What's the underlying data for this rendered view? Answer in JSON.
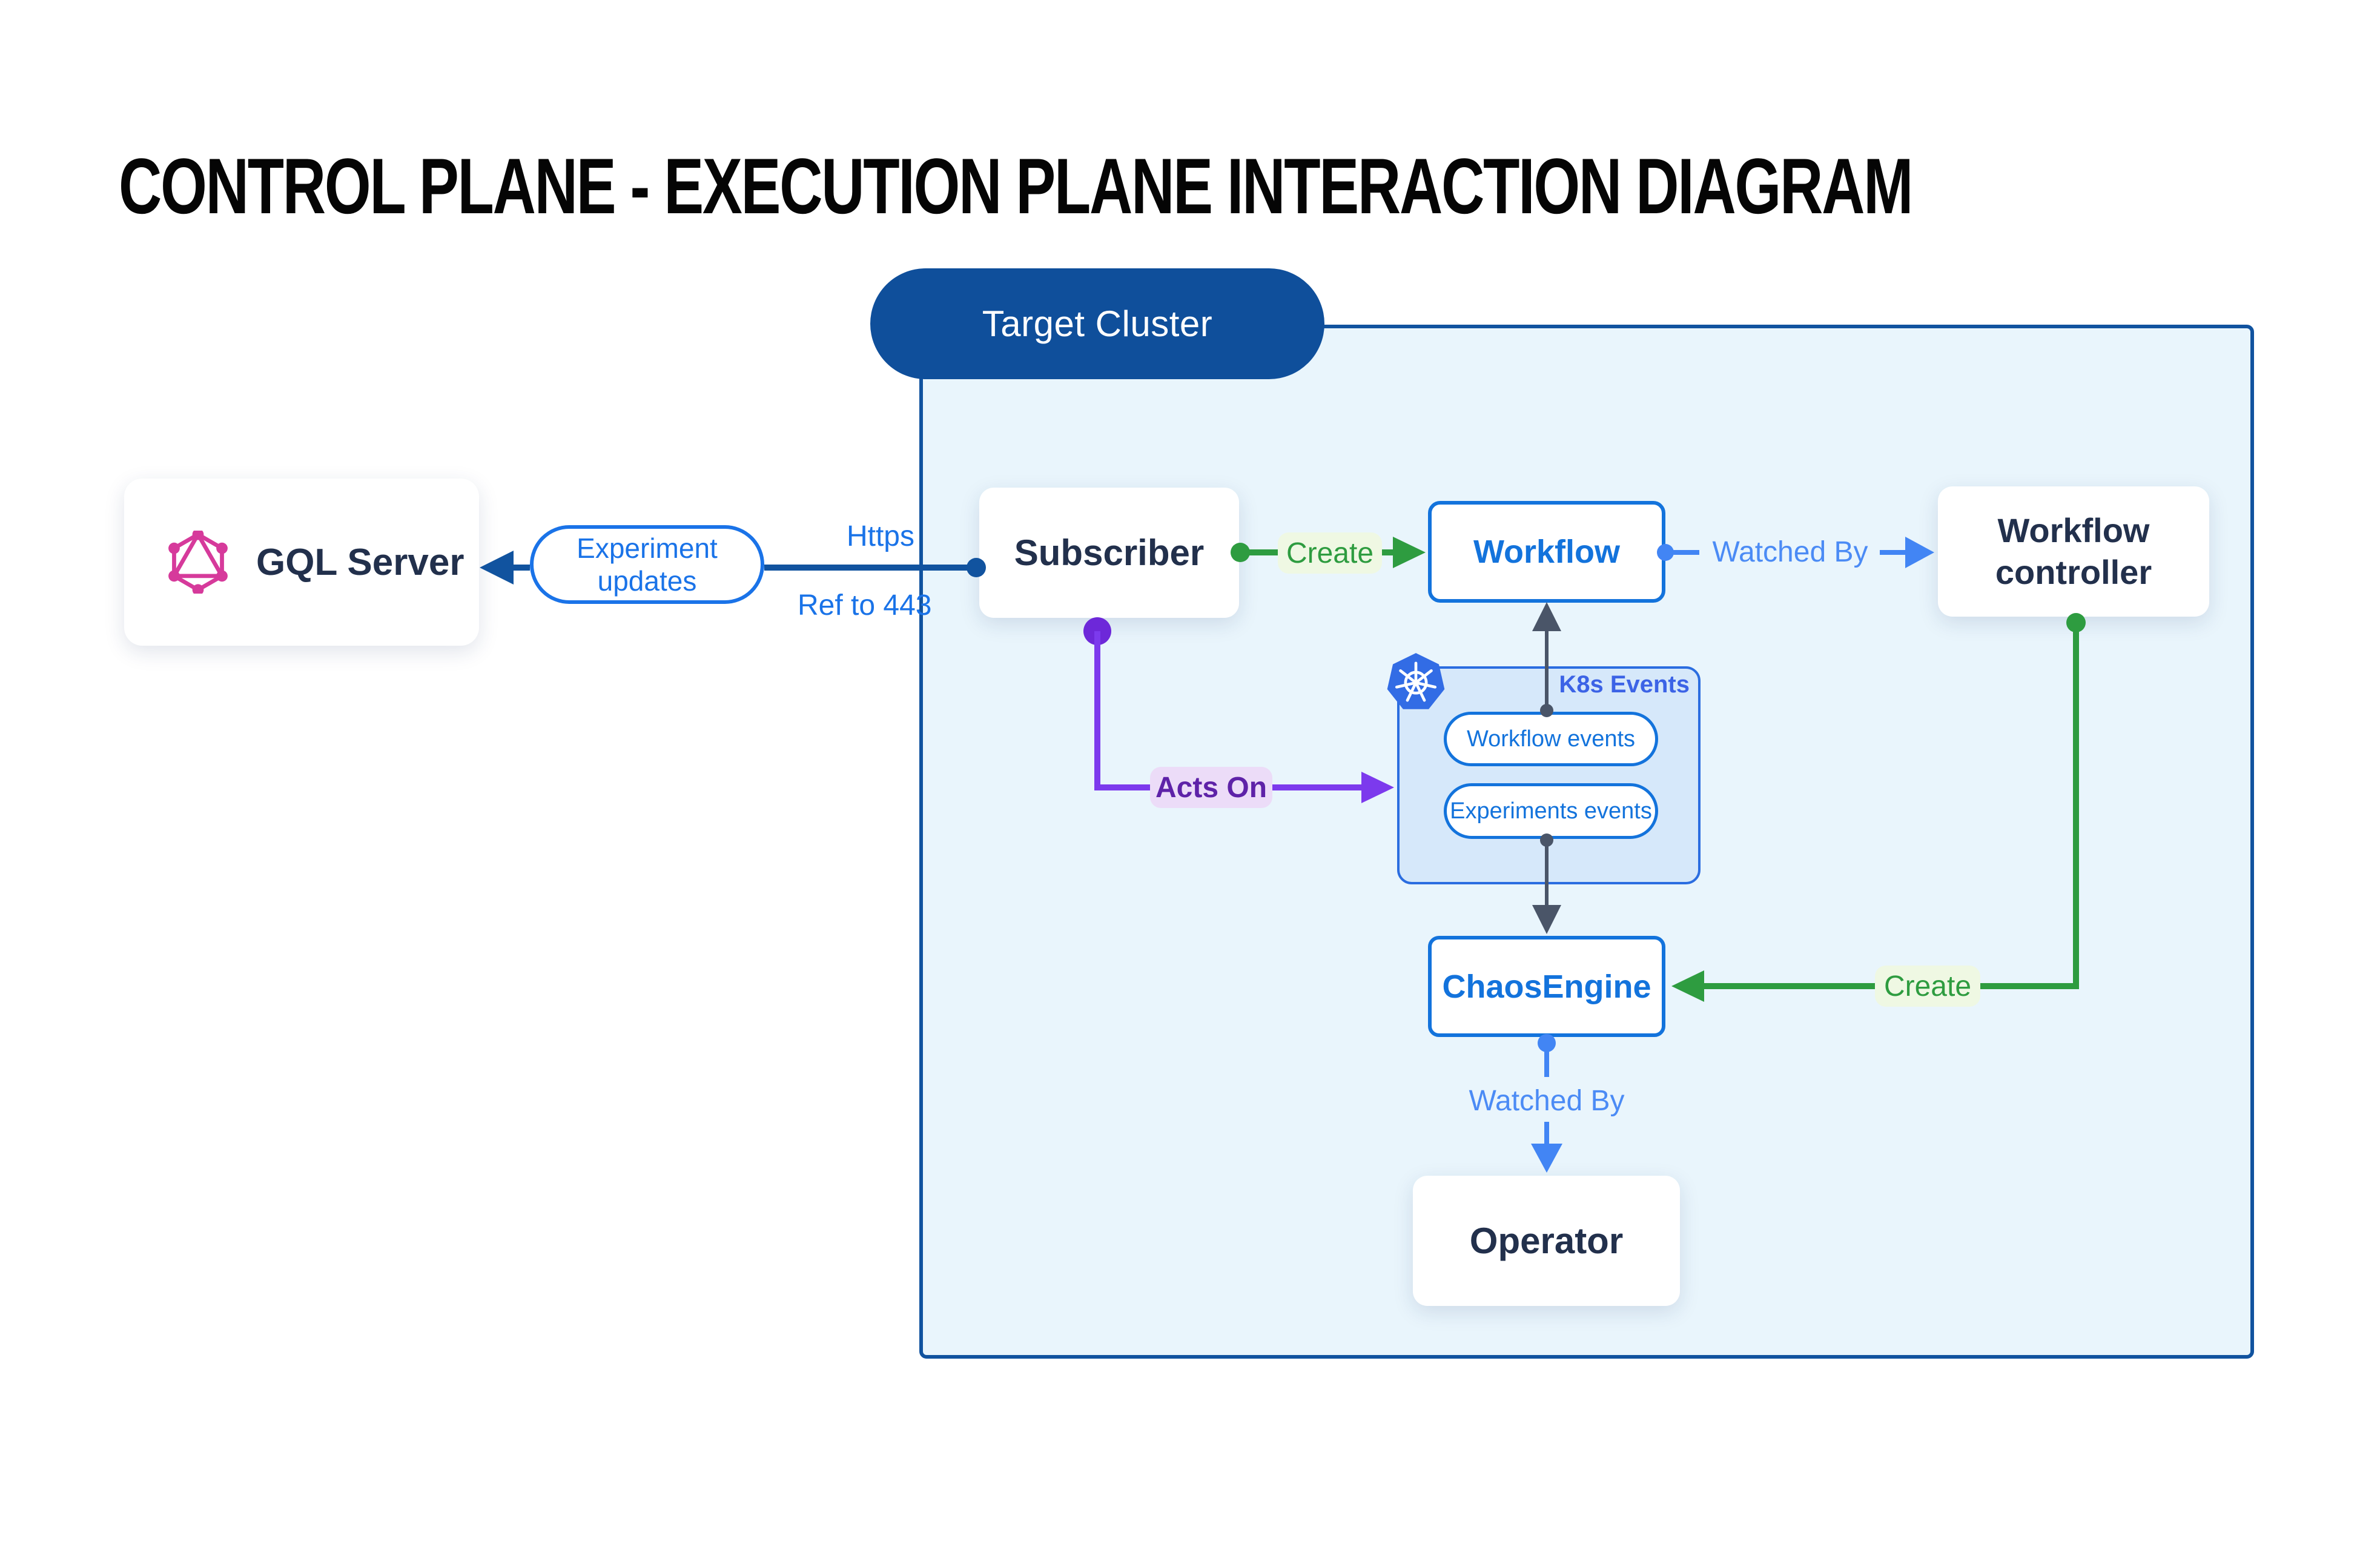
{
  "title": "CONTROL PLANE - EXECUTION PLANE INTERACTION DIAGRAM",
  "cluster": {
    "label": "Target Cluster"
  },
  "nodes": {
    "gql_server": {
      "label": "GQL Server",
      "icon": "graphql-icon"
    },
    "subscriber": {
      "label": "Subscriber"
    },
    "workflow": {
      "label": "Workflow"
    },
    "workflow_controller": {
      "label": "Workflow controller"
    },
    "chaos_engine": {
      "label": "ChaosEngine"
    },
    "operator": {
      "label": "Operator"
    },
    "k8s_events": {
      "label": "K8s Events",
      "icon": "kubernetes-icon",
      "items": [
        {
          "label": "Workflow events"
        },
        {
          "label": "Experiments events"
        }
      ]
    }
  },
  "edges": {
    "experiment_updates": {
      "label": "Experiment updates"
    },
    "https": {
      "label": "Https"
    },
    "ref_to_443": {
      "label": "Ref to 443"
    },
    "create_workflow": {
      "label": "Create",
      "color": "#2e9c40"
    },
    "watched_by_workflow": {
      "label": "Watched By",
      "color": "#4b8bf5"
    },
    "acts_on": {
      "label": "Acts On",
      "color": "#7c3aed"
    },
    "create_chaos_engine": {
      "label": "Create",
      "color": "#2e9c40"
    },
    "watched_by_operator": {
      "label": "Watched By",
      "color": "#4b8bf5"
    }
  },
  "colors": {
    "cluster_pill": "#0f4f9b",
    "cluster_fill": "#e9f5fc",
    "cluster_border": "#11539f",
    "node_blue": "#1373dc",
    "navy_text": "#22304c",
    "link_dark_blue": "#11539f",
    "link_light_blue": "#4285f4",
    "green": "#2e9c40",
    "purple": "#7c3aed",
    "slate": "#4a5568",
    "graphql_pink": "#d63a9b",
    "kubernetes_blue": "#326ce5",
    "k8s_box_fill": "#d6e8fa"
  }
}
